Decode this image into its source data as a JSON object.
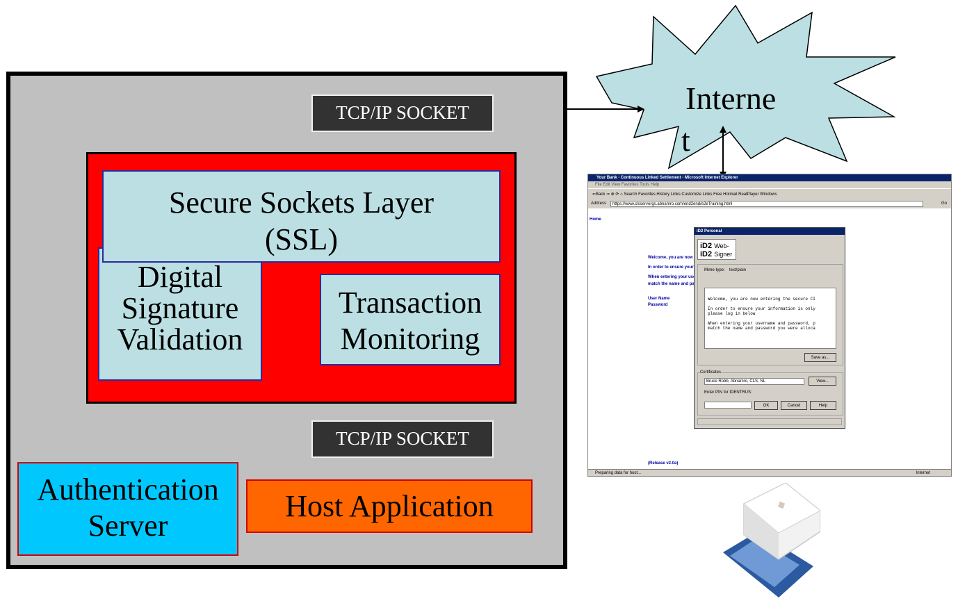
{
  "boxes": {
    "socket_top": "TCP/IP SOCKET",
    "socket_bottom": "TCP/IP SOCKET",
    "ssl": [
      "Secure Sockets Layer",
      "(SSL)"
    ],
    "dsv": [
      "Digital",
      "Signature",
      "Validation"
    ],
    "tm": [
      "Transaction",
      "Monitoring"
    ],
    "auth": [
      "Authentication",
      "Server"
    ],
    "host": "Host Application"
  },
  "internet": [
    "Interne",
    "t"
  ],
  "browser": {
    "title": "Your Bank - Continuous Linked Settlement - Microsoft Internet Explorer",
    "menu": "File   Edit   View   Favorites   Tools   Help",
    "toolbar": "⇐Back  ⇒  ⊗  ⟳  ⌂   Search   Favorites   History      Links   Customize Links   Free Hotmail   RealPlayer   Windows",
    "address_label": "Address",
    "address": "https://www.clsservergs.abnamro.com/end2end/e2eTraining.html",
    "go": "Go",
    "home": "Home",
    "welcome": "Welcome, you are now",
    "order": "In order to ensure your",
    "when": "When entering your use",
    "match": "match the name and pa",
    "username": "User Name",
    "password": "Password",
    "release": "(Release v2.0a)",
    "status": "Preparing data for host...",
    "zone": "Internet"
  },
  "dialog": {
    "title": "iD2 Personal",
    "logo1": "iD2",
    "logo1b": "Web-",
    "logo2": "iD2",
    "logo2b": "Signer",
    "mime_label": "Mime-type:",
    "mime_value": "text/plain",
    "text1": "Welcome, you are now entering the secure CI",
    "text2": "In order to ensure your information is only",
    "text3": "please log in below",
    "text4": "When entering your username and password, p",
    "text5": "match the name and password you were alloca",
    "save_as": "Save as...",
    "certificates": "Certificates",
    "cert_value": "Bruce Robb, Abnamro, CLS, NL",
    "view": "View...",
    "pin_label": "Enter PIN for IDENTRUS:",
    "ok": "OK",
    "cancel": "Cancel",
    "help": "Help"
  },
  "colors": {
    "outer_bg": "#c0c0c0",
    "security_box": "#ff0000",
    "module_bg": "#bcdfe3",
    "socket_bg": "#323232",
    "auth_bg": "#00c8ff",
    "host_bg": "#ff6600",
    "cloud_bg": "#bcdfe3"
  },
  "icons": {
    "card_reader": "smart-card-reader-icon"
  }
}
